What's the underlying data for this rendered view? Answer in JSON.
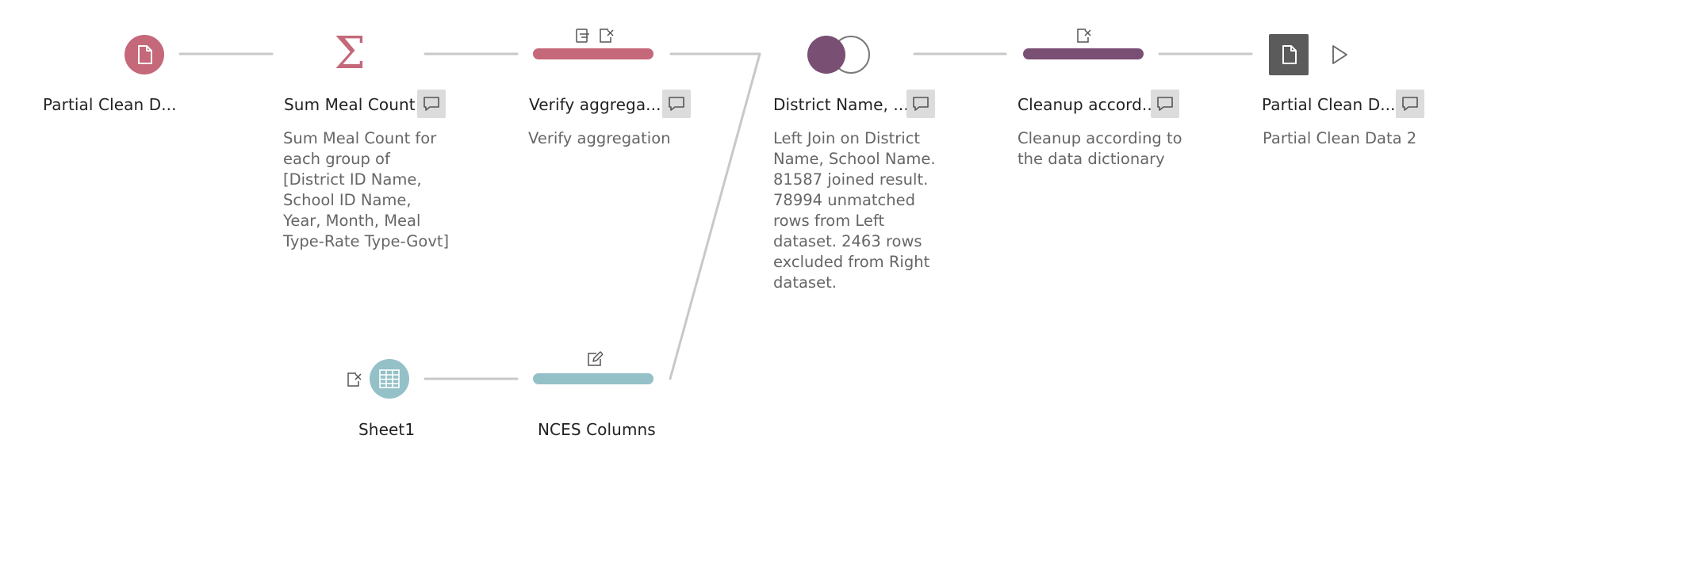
{
  "nodes": {
    "input1": {
      "title": "Partial Clean D...",
      "color": "#c4687a"
    },
    "aggregate": {
      "title": "Sum Meal Count",
      "desc": "Sum Meal Count for each group of [District ID Name, School ID Name, Year, Month, Meal Type-Rate Type-Govt]",
      "glyph": "Σ",
      "color": "#c4687a"
    },
    "verify": {
      "title": "Verify aggrega...",
      "desc": "Verify aggregation",
      "color": "#c4687a"
    },
    "join": {
      "title": "District Name, ...",
      "desc": "Left Join on District Name, School Name. 81587 joined result. 78994 unmatched rows from Left dataset. 2463 rows excluded from Right dataset.",
      "color": "#7a4f74"
    },
    "cleanup": {
      "title": "Cleanup accord...",
      "desc": "Cleanup according to the data dictionary",
      "color": "#7a4f74"
    },
    "output": {
      "title": "Partial Clean D...",
      "desc": "Partial Clean Data 2",
      "color": "#5b5b5b"
    },
    "sheet": {
      "title": "Sheet1",
      "color": "#94c0c8"
    },
    "nces": {
      "title": "NCES Columns",
      "color": "#94c0c8"
    }
  },
  "icons": {
    "input1": "document-icon",
    "aggregate": "sigma-icon",
    "join": "left-join-icon",
    "output": "output-document-icon",
    "run": "play-icon",
    "sheet": "table-grid-icon",
    "comment": "comment-icon",
    "filter": "filter-icon",
    "remove_field": "remove-field-icon",
    "rename": "edit-icon"
  },
  "colors": {
    "connector": "#c8c8c8",
    "comment_bg": "#dcdcdc",
    "title_text": "#222222",
    "desc_text": "#666666"
  }
}
